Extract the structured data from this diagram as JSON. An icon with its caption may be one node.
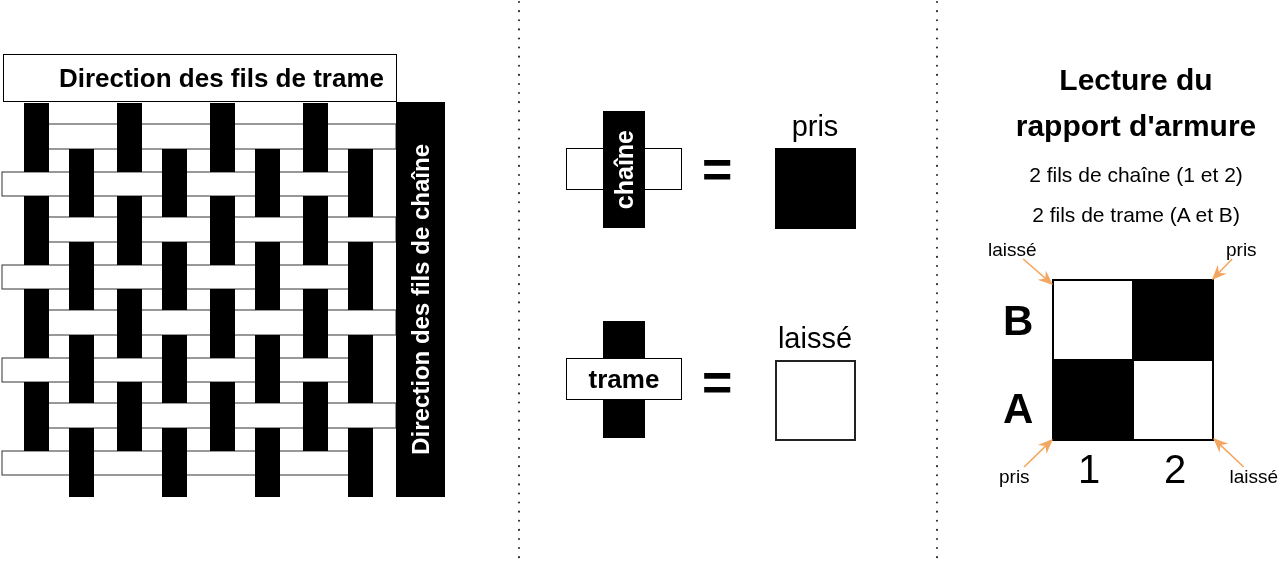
{
  "diagram": {
    "nodes": [
      {
        "text": [
          "Direction des fils de trame"
        ]
      },
      {
        "text": [
          "Direction des fils de chaîne"
        ]
      },
      {
        "text": [
          "chaîne"
        ]
      },
      {
        "text": [
          "pris"
        ]
      },
      {
        "text": [
          "trame"
        ]
      },
      {
        "text": [
          "laissé"
        ]
      },
      {
        "text": [
          "laissé"
        ]
      },
      {
        "text": [
          "pris"
        ]
      },
      {
        "text": [],
        "shape": "box"
      },
      {
        "text": [],
        "shape": "box"
      },
      {
        "text": [],
        "shape": "box"
      },
      {
        "text": [],
        "shape": "box"
      },
      {
        "text": [
          "pris"
        ]
      },
      {
        "text": [
          "laissé"
        ]
      }
    ],
    "edges": [
      {
        "from": 6,
        "to": 8,
        "arrow": "to",
        "color": "#f3a65f"
      },
      {
        "from": 7,
        "to": 9,
        "arrow": "to",
        "color": "#f3a65f"
      },
      {
        "from": 12,
        "to": 10,
        "arrow": "to",
        "color": "#f3a65f"
      },
      {
        "from": 13,
        "to": 11,
        "arrow": "to",
        "color": "#f3a65f"
      }
    ],
    "labels": [
      "=",
      "=",
      "Lecture du rapport d'armure",
      "2 fils de chaîne (1 et 2)",
      "2 fils de trame (A et B)",
      "B",
      "A",
      "1",
      "2"
    ]
  }
}
